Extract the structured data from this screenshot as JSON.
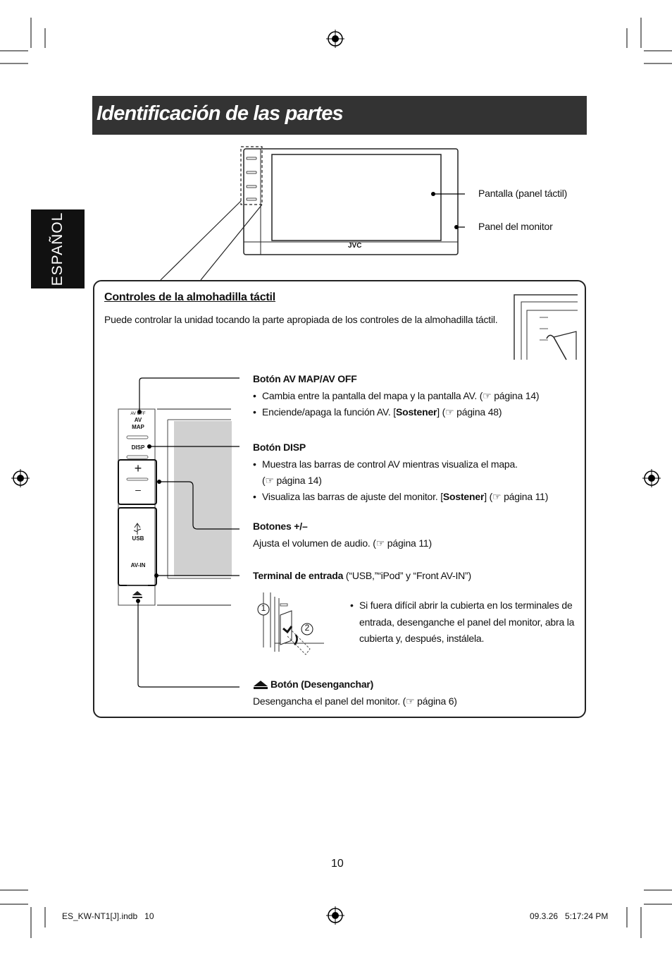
{
  "title": "Identificación de las partes",
  "language_tab": "ESPAÑOL",
  "top_labels": {
    "screen": "Pantalla (panel táctil)",
    "monitor_panel": "Panel del monitor",
    "brand": "JVC"
  },
  "touchpad": {
    "heading": "Controles de la almohadilla táctil",
    "intro": "Puede controlar la unidad tocando la parte apropiada de los controles de la almohadilla táctil."
  },
  "device_labels": {
    "av_off": "AV OFF",
    "av": "AV",
    "map": "MAP",
    "disp": "DISP",
    "plus": "+",
    "minus": "–",
    "usb": "USB",
    "av_in": "AV-IN"
  },
  "items": {
    "av_map": {
      "title": "Botón AV MAP/AV OFF",
      "b1": "Cambia entre la pantalla del mapa y la pantalla AV. (☞ página 14)",
      "b2_pre": "Enciende/apaga la función AV. [",
      "b2_bold": "Sostener",
      "b2_post": "] (☞ página 48)"
    },
    "disp": {
      "title": "Botón DISP",
      "b1_line1": "Muestra las barras de control AV mientras visualiza el mapa.",
      "b1_line2": "(☞ página 14)",
      "b2_pre": "Visualiza las barras de ajuste del monitor. [",
      "b2_bold": "Sostener",
      "b2_post": "] (☞ página 11)"
    },
    "volume": {
      "title": "Botones +/–",
      "desc": "Ajusta el volumen de audio. (☞ página 11)"
    },
    "terminal": {
      "title": "Terminal de entrada",
      "desc": " (“USB,”“iPod” y “Front AV-IN”)",
      "note_line1": "Si fuera difícil abrir la cubierta en los terminales de",
      "note_line2": "entrada, desenganche el panel del monitor, abra la",
      "note_line3": "cubierta y, después, instálela.",
      "step1": "1",
      "step2": "2"
    },
    "release": {
      "title": "Botón (Desenganchar)",
      "desc": "Desengancha el panel del monitor. (☞ página 6)"
    }
  },
  "bullet_char": "•",
  "page_number": "10",
  "footer": {
    "left": "ES_KW-NT1[J].indb   10",
    "right": "09.3.26   5:17:24 PM"
  }
}
